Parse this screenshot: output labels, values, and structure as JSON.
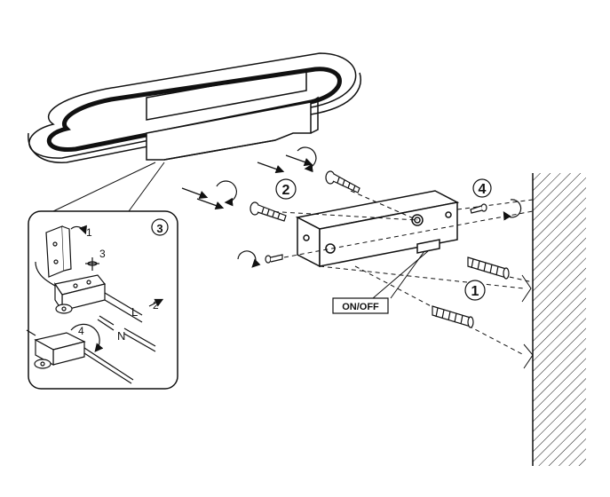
{
  "steps": {
    "step1": "1",
    "step2": "2",
    "step3": "3",
    "step4": "4"
  },
  "switch_label": "ON/OFF",
  "inset": {
    "sub1": "1",
    "sub2": "2",
    "sub3": "3",
    "sub4": "4",
    "wire_live": "L",
    "wire_neutral": "N"
  },
  "colors": {
    "ink": "#111111",
    "paper": "#ffffff"
  }
}
